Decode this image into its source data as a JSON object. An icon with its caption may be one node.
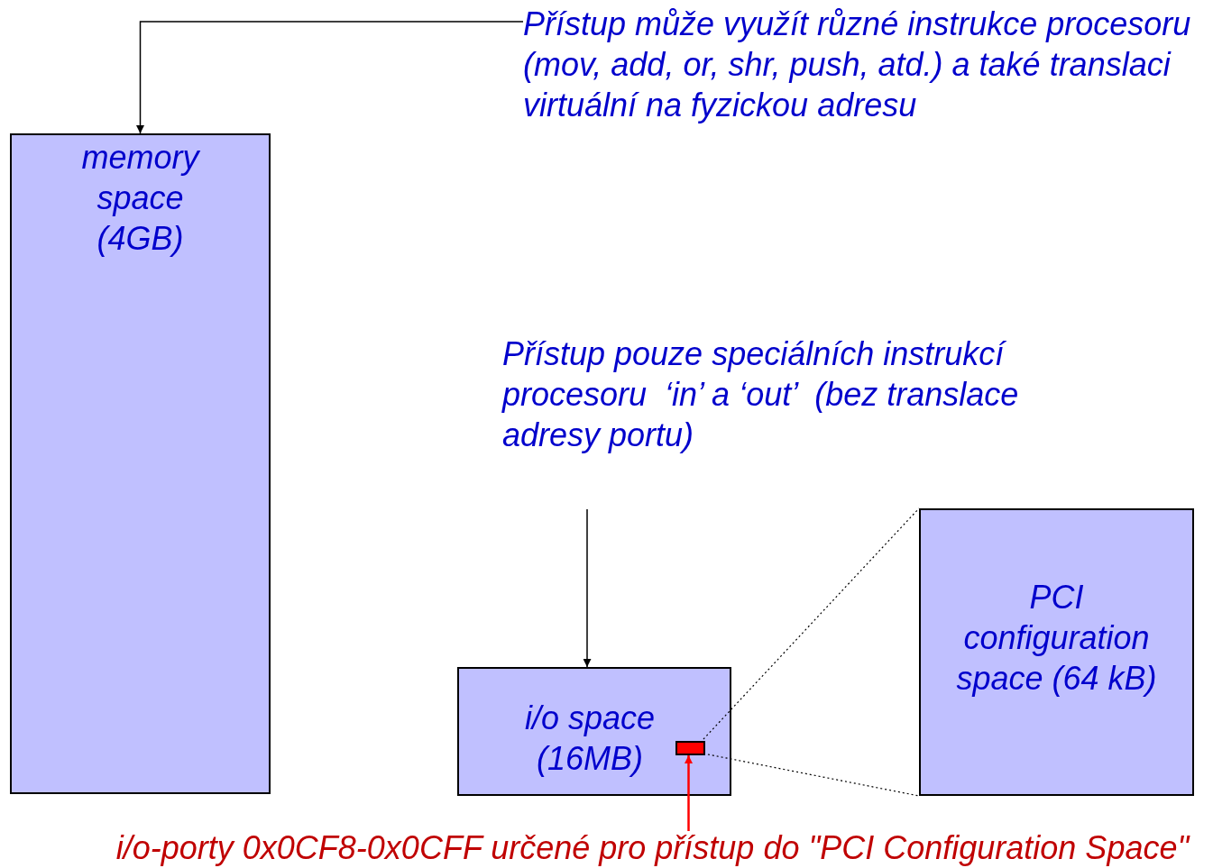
{
  "diagram": {
    "nodes": [
      {
        "text": [
          "memory space (4GB)"
        ]
      },
      {
        "text": [
          "Přístup může využít různé instrukce procesoru (mov, add, or, shr, push, atd.) a také translaci virtuální na fyzickou adresu"
        ]
      },
      {
        "text": [
          "Přístup pouze speciálních instrukcí procesoru  ‘in’ a ‘out’  (bez translace adresy portu)"
        ]
      },
      {
        "text": [
          "i/o space (16MB)"
        ]
      },
      {
        "text": [],
        "shape": "box",
        "in": 3
      },
      {
        "text": [
          "PCI configuration space (64 kB)"
        ]
      },
      {
        "text": [
          "i/o-porty 0x0CF8-0x0CFF určené pro přístup do \"PCI Configuration Space\""
        ]
      }
    ],
    "edges": [
      {
        "from": 1,
        "to": 0,
        "arrow": "to"
      },
      {
        "from": 2,
        "to": 3,
        "arrow": "to"
      },
      {
        "from": 6,
        "to": 4,
        "arrow": "to",
        "color": "#ff0000"
      },
      {
        "from": 4,
        "to": 5,
        "arrow": "none",
        "style": "dashed"
      },
      {
        "from": 4,
        "to": 5,
        "arrow": "none",
        "style": "dashed"
      }
    ]
  }
}
